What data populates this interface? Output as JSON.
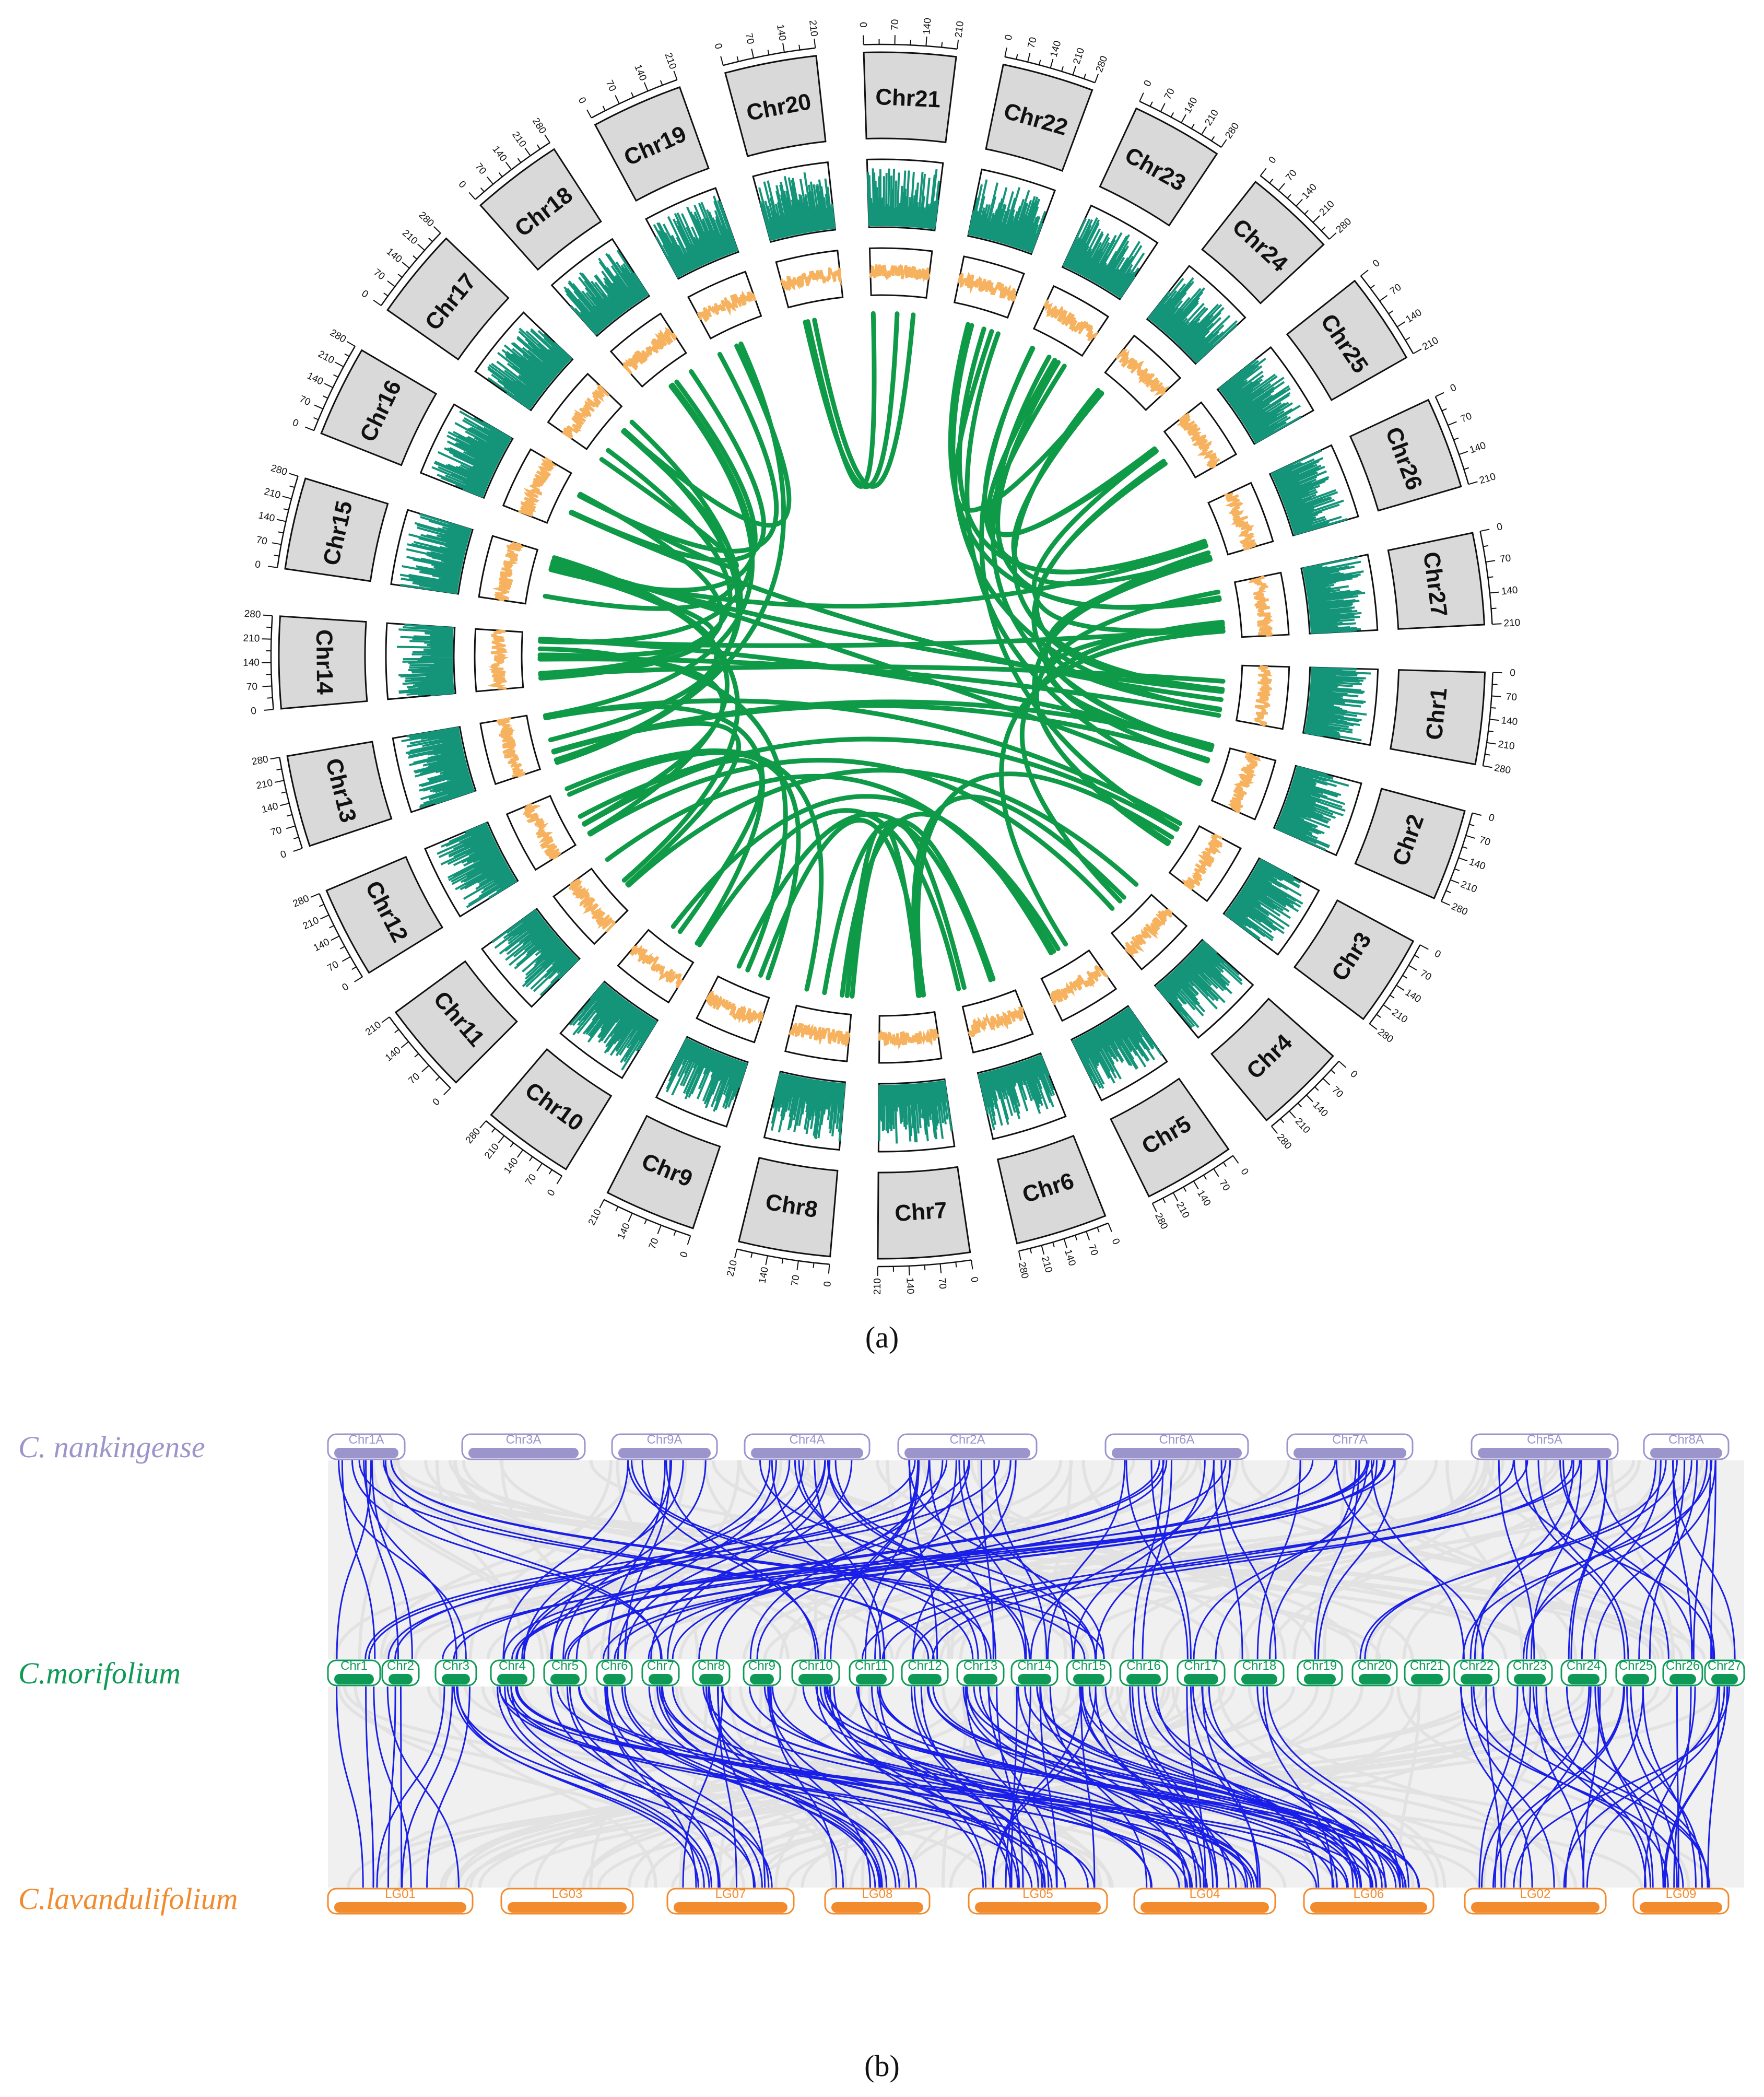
{
  "panel_a": {
    "label": "(a)",
    "chromosomes": [
      {
        "name": "Chr1",
        "ticks": [
          "0",
          "70",
          "140",
          "210",
          "280"
        ]
      },
      {
        "name": "Chr2",
        "ticks": [
          "0",
          "70",
          "140",
          "210",
          "280"
        ]
      },
      {
        "name": "Chr3",
        "ticks": [
          "0",
          "70",
          "140",
          "210",
          "280"
        ]
      },
      {
        "name": "Chr4",
        "ticks": [
          "0",
          "70",
          "140",
          "210",
          "280"
        ]
      },
      {
        "name": "Chr5",
        "ticks": [
          "0",
          "70",
          "140",
          "210",
          "280"
        ]
      },
      {
        "name": "Chr6",
        "ticks": [
          "0",
          "70",
          "140",
          "210",
          "280"
        ]
      },
      {
        "name": "Chr7",
        "ticks": [
          "0",
          "70",
          "140",
          "210"
        ]
      },
      {
        "name": "Chr8",
        "ticks": [
          "0",
          "70",
          "140",
          "210"
        ]
      },
      {
        "name": "Chr9",
        "ticks": [
          "0",
          "70",
          "140",
          "210"
        ]
      },
      {
        "name": "Chr10",
        "ticks": [
          "0",
          "70",
          "140",
          "210",
          "280"
        ]
      },
      {
        "name": "Chr11",
        "ticks": [
          "0",
          "70",
          "140",
          "210"
        ]
      },
      {
        "name": "Chr12",
        "ticks": [
          "0",
          "70",
          "140",
          "210",
          "280"
        ]
      },
      {
        "name": "Chr13",
        "ticks": [
          "0",
          "70",
          "140",
          "210",
          "280"
        ]
      },
      {
        "name": "Chr14",
        "ticks": [
          "0",
          "70",
          "140",
          "210",
          "280"
        ]
      },
      {
        "name": "Chr15",
        "ticks": [
          "0",
          "70",
          "140",
          "210",
          "280"
        ]
      },
      {
        "name": "Chr16",
        "ticks": [
          "0",
          "70",
          "140",
          "210",
          "280"
        ]
      },
      {
        "name": "Chr17",
        "ticks": [
          "0",
          "70",
          "140",
          "210",
          "280"
        ]
      },
      {
        "name": "Chr18",
        "ticks": [
          "0",
          "70",
          "140",
          "210",
          "280"
        ]
      },
      {
        "name": "Chr19",
        "ticks": [
          "0",
          "70",
          "140",
          "210"
        ]
      },
      {
        "name": "Chr20",
        "ticks": [
          "0",
          "70",
          "140",
          "210"
        ]
      },
      {
        "name": "Chr21",
        "ticks": [
          "0",
          "70",
          "140",
          "210"
        ]
      },
      {
        "name": "Chr22",
        "ticks": [
          "0",
          "70",
          "140",
          "210",
          "280"
        ]
      },
      {
        "name": "Chr23",
        "ticks": [
          "0",
          "70",
          "140",
          "210",
          "280"
        ]
      },
      {
        "name": "Chr24",
        "ticks": [
          "0",
          "70",
          "140",
          "210",
          "280"
        ]
      },
      {
        "name": "Chr25",
        "ticks": [
          "0",
          "70",
          "140",
          "210"
        ]
      },
      {
        "name": "Chr26",
        "ticks": [
          "0",
          "70",
          "140",
          "210"
        ]
      },
      {
        "name": "Chr27",
        "ticks": [
          "0",
          "70",
          "140",
          "210"
        ]
      }
    ],
    "colors": {
      "link": "#0f9a48",
      "gene_density": "#14957a",
      "gc_track": "#f6b25e",
      "chr_fill": "#d9d9d9"
    }
  },
  "panel_b": {
    "label": "(b)",
    "species": {
      "top": "C. nankingense",
      "middle": "C.morifolium",
      "bottom": "C.lavandulifolium"
    },
    "top_blocks": [
      "Chr1A",
      "Chr3A",
      "Chr9A",
      "Chr4A",
      "Chr2A",
      "Chr6A",
      "Chr7A",
      "Chr5A",
      "Chr8A"
    ],
    "middle_blocks": [
      "Chr1",
      "Chr2",
      "Chr3",
      "Chr4",
      "Chr5",
      "Chr6",
      "Chr7",
      "Chr8",
      "Chr9",
      "Chr10",
      "Chr11",
      "Chr12",
      "Chr13",
      "Chr14",
      "Chr15",
      "Chr16",
      "Chr17",
      "Chr18",
      "Chr19",
      "Chr20",
      "Chr21",
      "Chr22",
      "Chr23",
      "Chr24",
      "Chr25",
      "Chr26",
      "Chr27"
    ],
    "bottom_blocks": [
      "LG01",
      "LG03",
      "LG07",
      "LG08",
      "LG05",
      "LG04",
      "LG06",
      "LG02",
      "LG09"
    ],
    "colors": {
      "top": "#9b95cc",
      "middle": "#0e9a56",
      "bottom": "#f28a2e",
      "link": "#1a1fe8",
      "bg_link": "#dcdcdc"
    }
  }
}
